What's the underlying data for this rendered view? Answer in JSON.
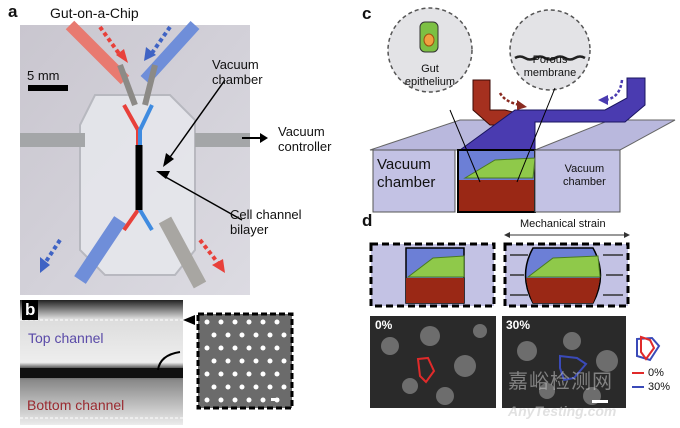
{
  "panel_a": {
    "label": "a",
    "title": "Gut-on-a-Chip",
    "scale_bar": "5 mm",
    "annotations": {
      "vacuum_chamber": [
        "Vacuum",
        "chamber"
      ],
      "vacuum_controller": [
        "Vacuum",
        "controller"
      ],
      "cell_channel": [
        "Cell channel",
        "bilayer"
      ]
    },
    "colors": {
      "inlet": "#e8403a",
      "outlet": "#3f63c4"
    }
  },
  "panel_b": {
    "label": "b",
    "top_channel": "Top channel",
    "bottom_channel": "Bottom channel",
    "colors": {
      "top": "#5a4aa8",
      "bottom": "#9a2a30"
    }
  },
  "panel_c": {
    "label": "c",
    "gut_epithelium": [
      "Gut",
      "epithelium"
    ],
    "porous_membrane": [
      "Porous",
      "membrane"
    ],
    "vacuum_left": [
      "Vacuum",
      "chamber"
    ],
    "vacuum_right": [
      "Vacuum",
      "chamber"
    ]
  },
  "panel_d": {
    "label": "d",
    "mechanical_strain": "Mechanical strain",
    "strain_0": "0%",
    "strain_30": "30%",
    "legend": [
      {
        "label": "0%",
        "color": "#e02a2a"
      },
      {
        "label": "30%",
        "color": "#3a4ab8"
      }
    ]
  },
  "watermark": {
    "cn": "嘉峪检测网",
    "en": "AnyTesting.com"
  }
}
